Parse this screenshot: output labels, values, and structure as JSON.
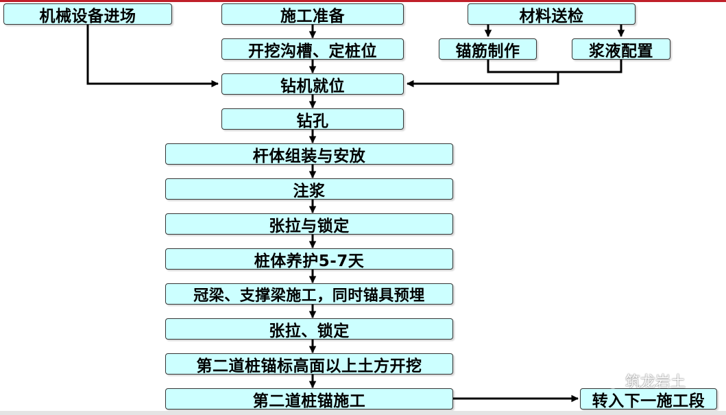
{
  "steps": {
    "machinery": "机械设备进场",
    "prep": "施工准备",
    "material_check": "材料送检",
    "trench": "开挖沟槽、定桩位",
    "anchor_bar": "锚筋制作",
    "grout_mix": "浆液配置",
    "rig_position": "钻机就位",
    "drilling": "钻孔",
    "rod_assembly": "杆体组装与安放",
    "grouting": "注浆",
    "tension_lock_1": "张拉与锁定",
    "curing": "桩体养护5-7天",
    "crown_beam": "冠梁、支撑梁施工，同时锚具预埋",
    "tension_lock_2": "张拉、锁定",
    "excavation": "第二道桩锚标高面以上土方开挖",
    "second_anchor": "第二道桩锚施工",
    "next_section": "转入下一施工段"
  },
  "watermark": {
    "text": "筑龙岩土",
    "icon": "wechat-icon"
  },
  "colors": {
    "box_fill": "#ccffff",
    "border": "#333333",
    "arrow": "#000000",
    "top_rule": "#c0202a"
  }
}
